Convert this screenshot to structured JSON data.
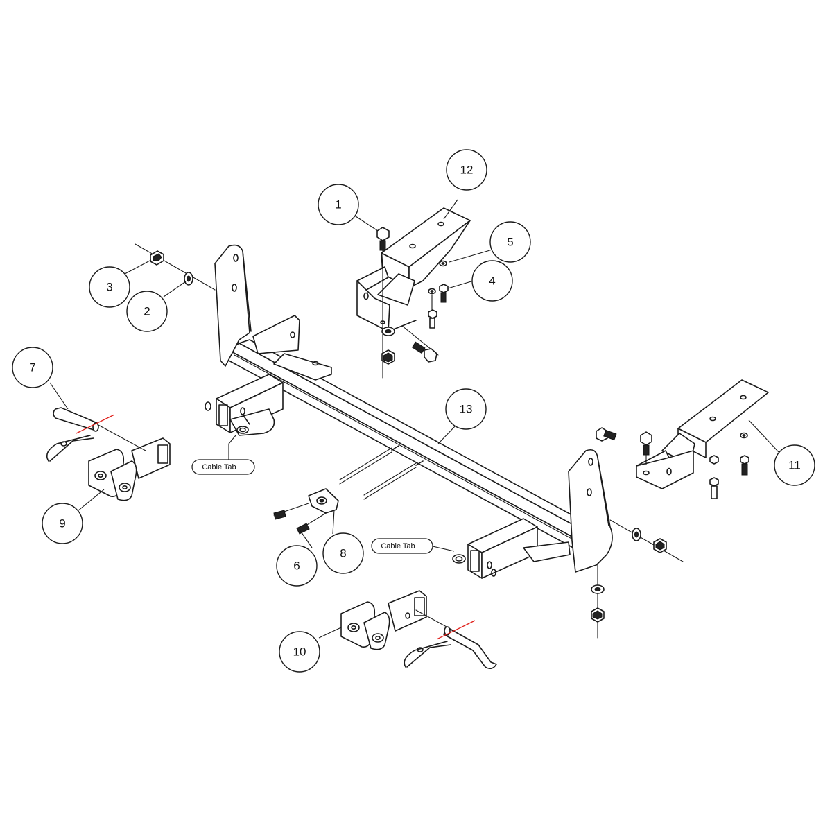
{
  "callouts": [
    {
      "id": "1",
      "label": "1"
    },
    {
      "id": "2",
      "label": "2"
    },
    {
      "id": "3",
      "label": "3"
    },
    {
      "id": "4",
      "label": "4"
    },
    {
      "id": "5",
      "label": "5"
    },
    {
      "id": "6",
      "label": "6"
    },
    {
      "id": "7",
      "label": "7"
    },
    {
      "id": "8",
      "label": "8"
    },
    {
      "id": "9",
      "label": "9"
    },
    {
      "id": "10",
      "label": "10"
    },
    {
      "id": "11",
      "label": "11"
    },
    {
      "id": "12",
      "label": "12"
    },
    {
      "id": "13",
      "label": "13"
    }
  ],
  "tags": {
    "cable_tab_left": "Cable Tab",
    "cable_tab_right": "Cable Tab"
  },
  "colors": {
    "line": "#1a1a1a",
    "pin_axis": "#e0201b",
    "background": "#ffffff"
  }
}
